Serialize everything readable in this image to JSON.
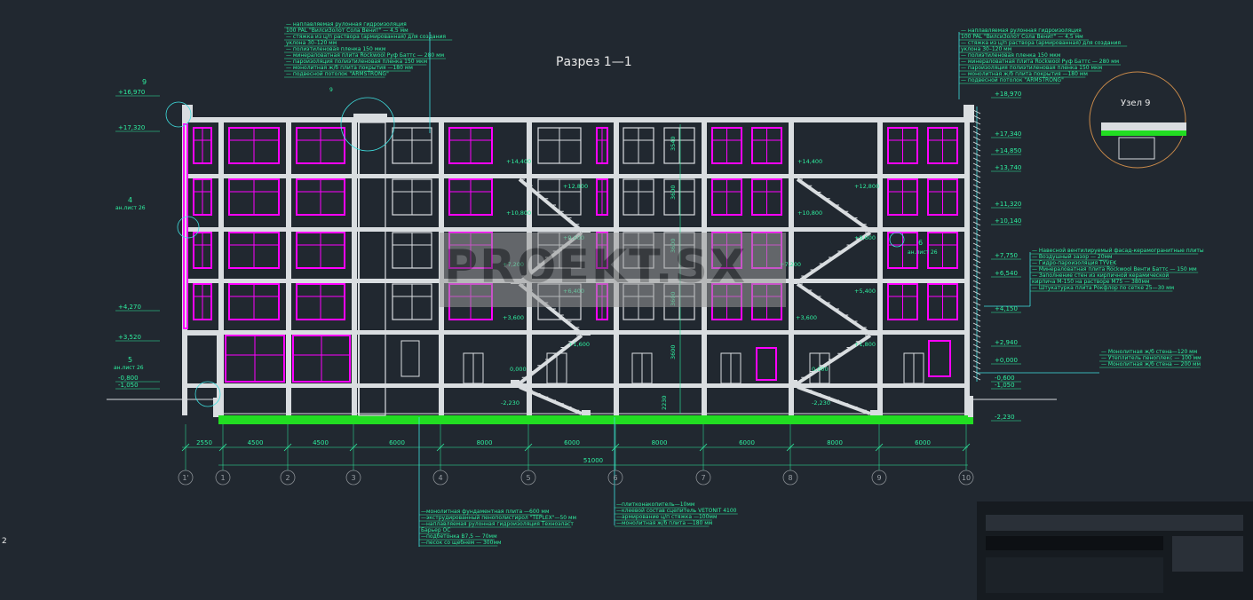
{
  "drawing": {
    "title": "Разрез 1—1",
    "watermark": "PROEKT.SX",
    "node_label": "Узел 9",
    "page_number": "2"
  },
  "spec_left_roof": [
    "— наплавляемая рулонная гидроизоляция",
    "100 PAL \"ВилсиЗолот Сола Венит\" — 4,5 мм",
    "— стяжка из ц/п раствора (армированная) для создания",
    "уклона 30–120 мм",
    "— полиэтиленовая пленка 150 мкм",
    "— минераловатная плита Rockwool Руф Баттс — 280 мм",
    "— пароизоляция полиэтиленовая пленка 150 мкм",
    "— монолитная ж/б плита покрытия —180 мм",
    "— подвесной потолок \"ARMSTRONG\""
  ],
  "spec_right_roof": [
    "— наплавляемая рулонная гидроизоляция",
    "100 PAL \"ВилсиЗолот Сола Венит\" — 4,5 мм",
    "— стяжка из ц/п раствора (армированная) для создания",
    "уклона 30–120 мм",
    "— полиэтиленовая пленка 150 мкм",
    "— минераловатная плита Rockwool Руф Баттс — 280 мм",
    "— пароизоляция полиэтиленовая пленка 150 мкм",
    "— монолитная ж/б плита покрытия —180 мм",
    "— подвесной потолок \"ARMSTRONG\""
  ],
  "spec_right_wall": [
    "— Навесной вентилируемый фасад-керамогранитные плиты",
    "— Воздушный зазор — 20мм",
    "— Гидро-пароизоляция TYVEK",
    "— Минераловатная плита Rockwool Венти Баттс — 150 мм",
    "— Заполнение стен из кирпичной керамической",
    "кирпича М-150 на растворе М75 — 380мм",
    "— Штукатурка плита Рокфлор по сетке 25—30 мм"
  ],
  "spec_right_base": [
    "— Монолитная ж/б стена—120 мм",
    "— Утеплитель пеноплекс — 100 мм",
    "— Монолитная ж/б стена — 200 мм"
  ],
  "spec_floor_1": [
    "—монолитная фундаментная плита —600 мм",
    "—экструдированный пенополистирол \"TEPLEX\"—50 мм",
    "—наплавляемая рулонная гидроизоляция Техноэласт",
    "Барьер ОС",
    "—подбетонка В7,5 — 70мм",
    "—песок со щебнем — 300мм"
  ],
  "spec_floor_2": [
    "—плитконакопитель—10мм",
    "—клеевой состав сцепитель VETONIT 4100",
    "—армирование ц/п стяжка —100мм",
    "—монолитная ж/б плита —180 мм"
  ],
  "levels_left": [
    "+16,970",
    "+17,320",
    "+4,270",
    "+3,520",
    "-0,800",
    "-1,050"
  ],
  "levels_right": [
    "+18,970",
    "+17,340",
    "+14,850",
    "+13,740",
    "+11,320",
    "+10,140",
    "+7,750",
    "+6,540",
    "+4,150",
    "+2,940",
    "+0,000",
    "-0,600",
    "-1,050",
    "-2,230"
  ],
  "levels_inner": [
    "+14,400",
    "+12,800",
    "+10,800",
    "+9,600",
    "+7,200",
    "+6,400",
    "+3,600",
    "+1,600",
    "0,000",
    "-2,230",
    "+14,400",
    "+12,800",
    "+10,800",
    "+9,600",
    "+7,200",
    "+5,400",
    "+3,600",
    "+1,800",
    "0,000",
    "-2,230"
  ],
  "node_callouts": [
    "9",
    "9",
    "4",
    "ан.лист 26",
    "5",
    "ан.лист 26",
    "6",
    "ан.лист 26"
  ],
  "floor_heights": [
    "3540",
    "3600",
    "3600",
    "3600",
    "3600",
    "2230"
  ],
  "dim_spans": [
    "2550",
    "4500",
    "4500",
    "6000",
    "8000",
    "6000",
    "8000",
    "6000",
    "8000",
    "6000"
  ],
  "dim_total": "51000",
  "axes": [
    "1'",
    "1",
    "2",
    "3",
    "4",
    "5",
    "6",
    "7",
    "8",
    "9",
    "10"
  ],
  "colors": {
    "background": "#212830",
    "walls": "#d9dde0",
    "windows": "#ff00ff",
    "annotations": "#2ef0a0",
    "leaders": "#3fe0e0",
    "ground": "#22dd22",
    "node_circle": "#c98a4a"
  }
}
